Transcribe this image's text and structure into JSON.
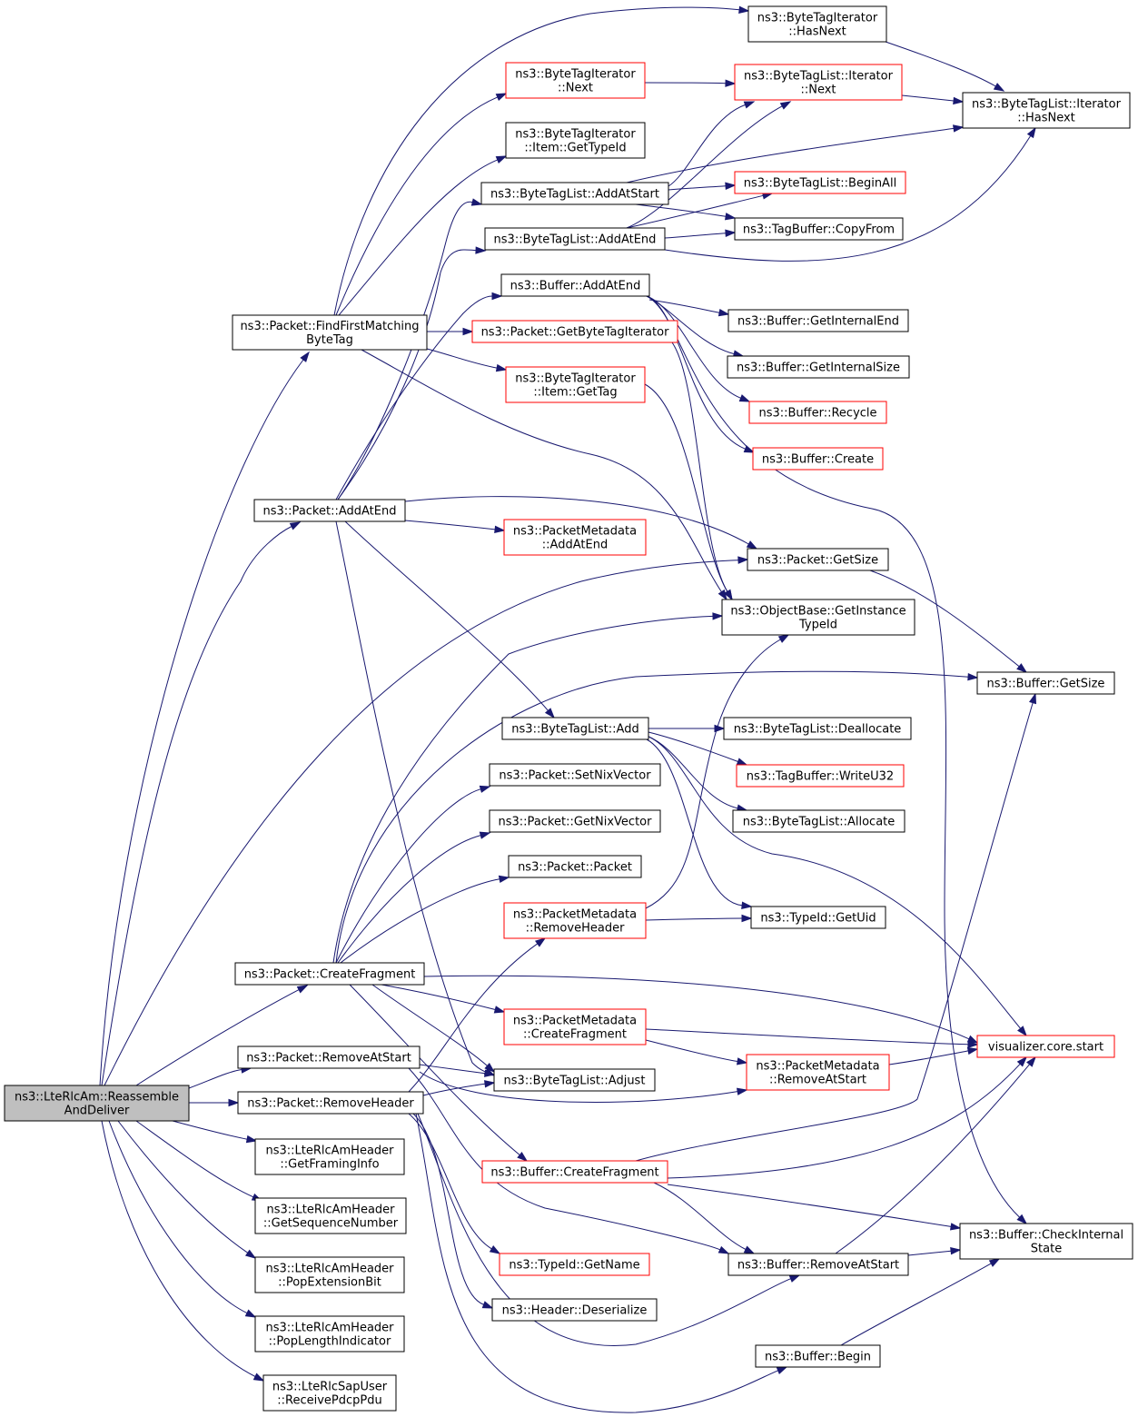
{
  "colors": {
    "edge": "#191970",
    "node_border_default": "#000000",
    "node_border_incomplete": "#ff0000",
    "node_fill_default": "#ffffff",
    "node_fill_root": "#bfbfbf"
  },
  "nodes": [
    {
      "id": "root",
      "lines": [
        "ns3::LteRlcAm::Reassemble",
        "AndDeliver"
      ],
      "style": "root"
    },
    {
      "id": "ffmbt",
      "lines": [
        "ns3::Packet::FindFirstMatching",
        "ByteTag"
      ],
      "style": "normal"
    },
    {
      "id": "addatend",
      "lines": [
        "ns3::Packet::AddAtEnd"
      ],
      "style": "normal"
    },
    {
      "id": "createfragment",
      "lines": [
        "ns3::Packet::CreateFragment"
      ],
      "style": "normal"
    },
    {
      "id": "removeatstart",
      "lines": [
        "ns3::Packet::RemoveAtStart"
      ],
      "style": "normal"
    },
    {
      "id": "removeheader",
      "lines": [
        "ns3::Packet::RemoveHeader"
      ],
      "style": "normal"
    },
    {
      "id": "getframinginfo",
      "lines": [
        "ns3::LteRlcAmHeader",
        "::GetFramingInfo"
      ],
      "style": "normal"
    },
    {
      "id": "getseqnum",
      "lines": [
        "ns3::LteRlcAmHeader",
        "::GetSequenceNumber"
      ],
      "style": "normal"
    },
    {
      "id": "popextbit",
      "lines": [
        "ns3::LteRlcAmHeader",
        "::PopExtensionBit"
      ],
      "style": "normal"
    },
    {
      "id": "poplenind",
      "lines": [
        "ns3::LteRlcAmHeader",
        "::PopLengthIndicator"
      ],
      "style": "normal"
    },
    {
      "id": "receivepdcp",
      "lines": [
        "ns3::LteRlcSapUser",
        "::ReceivePdcpPdu"
      ],
      "style": "normal"
    },
    {
      "id": "bti_next",
      "lines": [
        "ns3::ByteTagIterator",
        "::Next"
      ],
      "style": "incomplete"
    },
    {
      "id": "bti_item_gettypeid",
      "lines": [
        "ns3::ByteTagIterator",
        "::Item::GetTypeId"
      ],
      "style": "normal"
    },
    {
      "id": "btl_addatstart",
      "lines": [
        "ns3::ByteTagList::AddAtStart"
      ],
      "style": "normal"
    },
    {
      "id": "btl_addatend",
      "lines": [
        "ns3::ByteTagList::AddAtEnd"
      ],
      "style": "normal"
    },
    {
      "id": "buf_addatend",
      "lines": [
        "ns3::Buffer::AddAtEnd"
      ],
      "style": "normal"
    },
    {
      "id": "pkt_getbti",
      "lines": [
        "ns3::Packet::GetByteTagIterator"
      ],
      "style": "incomplete"
    },
    {
      "id": "bti_item_gettag",
      "lines": [
        "ns3::ByteTagIterator",
        "::Item::GetTag"
      ],
      "style": "incomplete"
    },
    {
      "id": "pm_addatend",
      "lines": [
        "ns3::PacketMetadata",
        "::AddAtEnd"
      ],
      "style": "incomplete"
    },
    {
      "id": "btl_add",
      "lines": [
        "ns3::ByteTagList::Add"
      ],
      "style": "normal"
    },
    {
      "id": "setnix",
      "lines": [
        "ns3::Packet::SetNixVector"
      ],
      "style": "normal"
    },
    {
      "id": "getnix",
      "lines": [
        "ns3::Packet::GetNixVector"
      ],
      "style": "normal"
    },
    {
      "id": "pkt_packet",
      "lines": [
        "ns3::Packet::Packet"
      ],
      "style": "normal"
    },
    {
      "id": "pm_removeheader",
      "lines": [
        "ns3::PacketMetadata",
        "::RemoveHeader"
      ],
      "style": "incomplete"
    },
    {
      "id": "pm_createfragment",
      "lines": [
        "ns3::PacketMetadata",
        "::CreateFragment"
      ],
      "style": "incomplete"
    },
    {
      "id": "btl_adjust",
      "lines": [
        "ns3::ByteTagList::Adjust"
      ],
      "style": "normal"
    },
    {
      "id": "buf_createfragment",
      "lines": [
        "ns3::Buffer::CreateFragment"
      ],
      "style": "incomplete"
    },
    {
      "id": "typeid_getname",
      "lines": [
        "ns3::TypeId::GetName"
      ],
      "style": "incomplete"
    },
    {
      "id": "header_deserialize",
      "lines": [
        "ns3::Header::Deserialize"
      ],
      "style": "normal"
    },
    {
      "id": "bti_hasnext",
      "lines": [
        "ns3::ByteTagIterator",
        "::HasNext"
      ],
      "style": "normal"
    },
    {
      "id": "btl_iter_next",
      "lines": [
        "ns3::ByteTagList::Iterator",
        "::Next"
      ],
      "style": "incomplete"
    },
    {
      "id": "btl_beginall",
      "lines": [
        "ns3::ByteTagList::BeginAll"
      ],
      "style": "incomplete"
    },
    {
      "id": "tb_copyfrom",
      "lines": [
        "ns3::TagBuffer::CopyFrom"
      ],
      "style": "normal"
    },
    {
      "id": "buf_getinternalend",
      "lines": [
        "ns3::Buffer::GetInternalEnd"
      ],
      "style": "normal"
    },
    {
      "id": "buf_getinternalsize",
      "lines": [
        "ns3::Buffer::GetInternalSize"
      ],
      "style": "normal"
    },
    {
      "id": "buf_recycle",
      "lines": [
        "ns3::Buffer::Recycle"
      ],
      "style": "incomplete"
    },
    {
      "id": "buf_create",
      "lines": [
        "ns3::Buffer::Create"
      ],
      "style": "incomplete"
    },
    {
      "id": "pkt_getsize",
      "lines": [
        "ns3::Packet::GetSize"
      ],
      "style": "normal"
    },
    {
      "id": "ob_getinstancetypeid",
      "lines": [
        "ns3::ObjectBase::GetInstance",
        "TypeId"
      ],
      "style": "normal"
    },
    {
      "id": "btl_deallocate",
      "lines": [
        "ns3::ByteTagList::Deallocate"
      ],
      "style": "normal"
    },
    {
      "id": "tb_writeu32",
      "lines": [
        "ns3::TagBuffer::WriteU32"
      ],
      "style": "incomplete"
    },
    {
      "id": "btl_allocate",
      "lines": [
        "ns3::ByteTagList::Allocate"
      ],
      "style": "normal"
    },
    {
      "id": "typeid_getuid",
      "lines": [
        "ns3::TypeId::GetUid"
      ],
      "style": "normal"
    },
    {
      "id": "pm_removeatstart",
      "lines": [
        "ns3::PacketMetadata",
        "::RemoveAtStart"
      ],
      "style": "incomplete"
    },
    {
      "id": "buf_removeatstart",
      "lines": [
        "ns3::Buffer::RemoveAtStart"
      ],
      "style": "normal"
    },
    {
      "id": "buf_begin",
      "lines": [
        "ns3::Buffer::Begin"
      ],
      "style": "normal"
    },
    {
      "id": "btl_iter_hasnext",
      "lines": [
        "ns3::ByteTagList::Iterator",
        "::HasNext"
      ],
      "style": "normal"
    },
    {
      "id": "buf_getsize",
      "lines": [
        "ns3::Buffer::GetSize"
      ],
      "style": "normal"
    },
    {
      "id": "vis_start",
      "lines": [
        "visualizer.core.start"
      ],
      "style": "incomplete"
    },
    {
      "id": "buf_checkinternalstate",
      "lines": [
        "ns3::Buffer::CheckInternal",
        "State"
      ],
      "style": "normal"
    }
  ]
}
